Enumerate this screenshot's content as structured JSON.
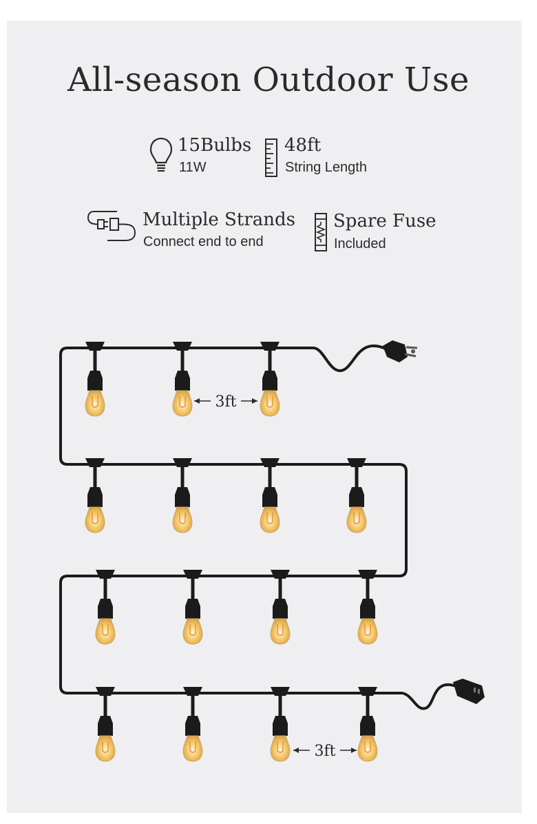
{
  "title": "All-season Outdoor Use",
  "specs": {
    "bulbs": {
      "icon": "lightbulb-icon",
      "main": "15Bulbs",
      "sub": "11W"
    },
    "length": {
      "icon": "ruler-icon",
      "main": "48ft",
      "sub": "String Length"
    },
    "strands": {
      "icon": "connected-plugs-icon",
      "main": "Multiple Strands",
      "sub": "Connect end to end"
    },
    "fuse": {
      "icon": "fuse-icon",
      "main": "Spare Fuse",
      "sub": "Included"
    }
  },
  "diagram": {
    "spacing_top": "3ft",
    "spacing_bottom": "3ft",
    "cable_color": "#1b1b1b",
    "bulb_glow_color": "#f6c86a"
  }
}
